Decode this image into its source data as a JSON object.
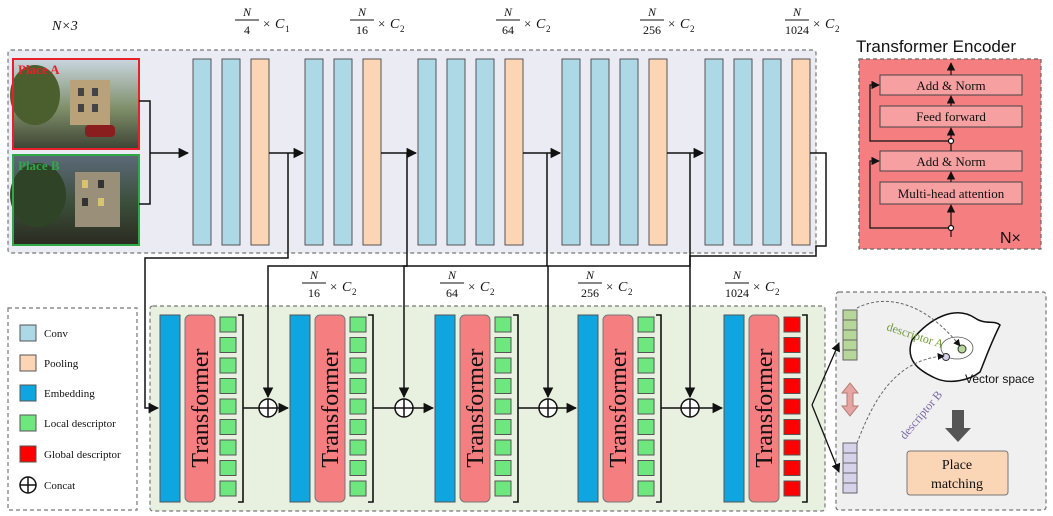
{
  "top_labels": {
    "input": "N×3",
    "scales": [
      {
        "num": "N",
        "den": "4",
        "sub": "1"
      },
      {
        "num": "N",
        "den": "16",
        "sub": "2"
      },
      {
        "num": "N",
        "den": "64",
        "sub": "2"
      },
      {
        "num": "N",
        "den": "256",
        "sub": "2"
      },
      {
        "num": "N",
        "den": "1024",
        "sub": "2"
      }
    ]
  },
  "mid_labels": [
    {
      "num": "N",
      "den": "16",
      "sub": "2"
    },
    {
      "num": "N",
      "den": "64",
      "sub": "2"
    },
    {
      "num": "N",
      "den": "256",
      "sub": "2"
    },
    {
      "num": "N",
      "den": "1024",
      "sub": "2"
    }
  ],
  "images": {
    "place_a": "Place A",
    "place_b": "Place B"
  },
  "encoder": {
    "title": "Transformer Encoder",
    "add_norm_top": "Add & Norm",
    "feed_forward": "Feed forward",
    "add_norm_bottom": "Add & Norm",
    "attention": "Multi-head attention",
    "repeat": "N×"
  },
  "transformer_label": "Transformer",
  "legend": {
    "conv": "Conv",
    "pooling": "Pooling",
    "embedding": "Embedding",
    "local": "Local descriptor",
    "global": "Global descriptor",
    "concat": "Concat"
  },
  "matching": {
    "descriptor_a": "descriptor A",
    "descriptor_b": "descriptor B",
    "vector_space": "Vector space",
    "place_line1": "Place",
    "place_line2": "matching"
  },
  "colors": {
    "conv": "#add8e6",
    "pooling": "#fcd5b5",
    "embedding": "#0ea5e0",
    "transformer": "#f47e80",
    "local": "#6ee87e",
    "global": "#ff0000",
    "encoder_bg": "#f47e80",
    "cnn_bg": "#ebebf3",
    "trans_bg": "#e8f0e0"
  }
}
